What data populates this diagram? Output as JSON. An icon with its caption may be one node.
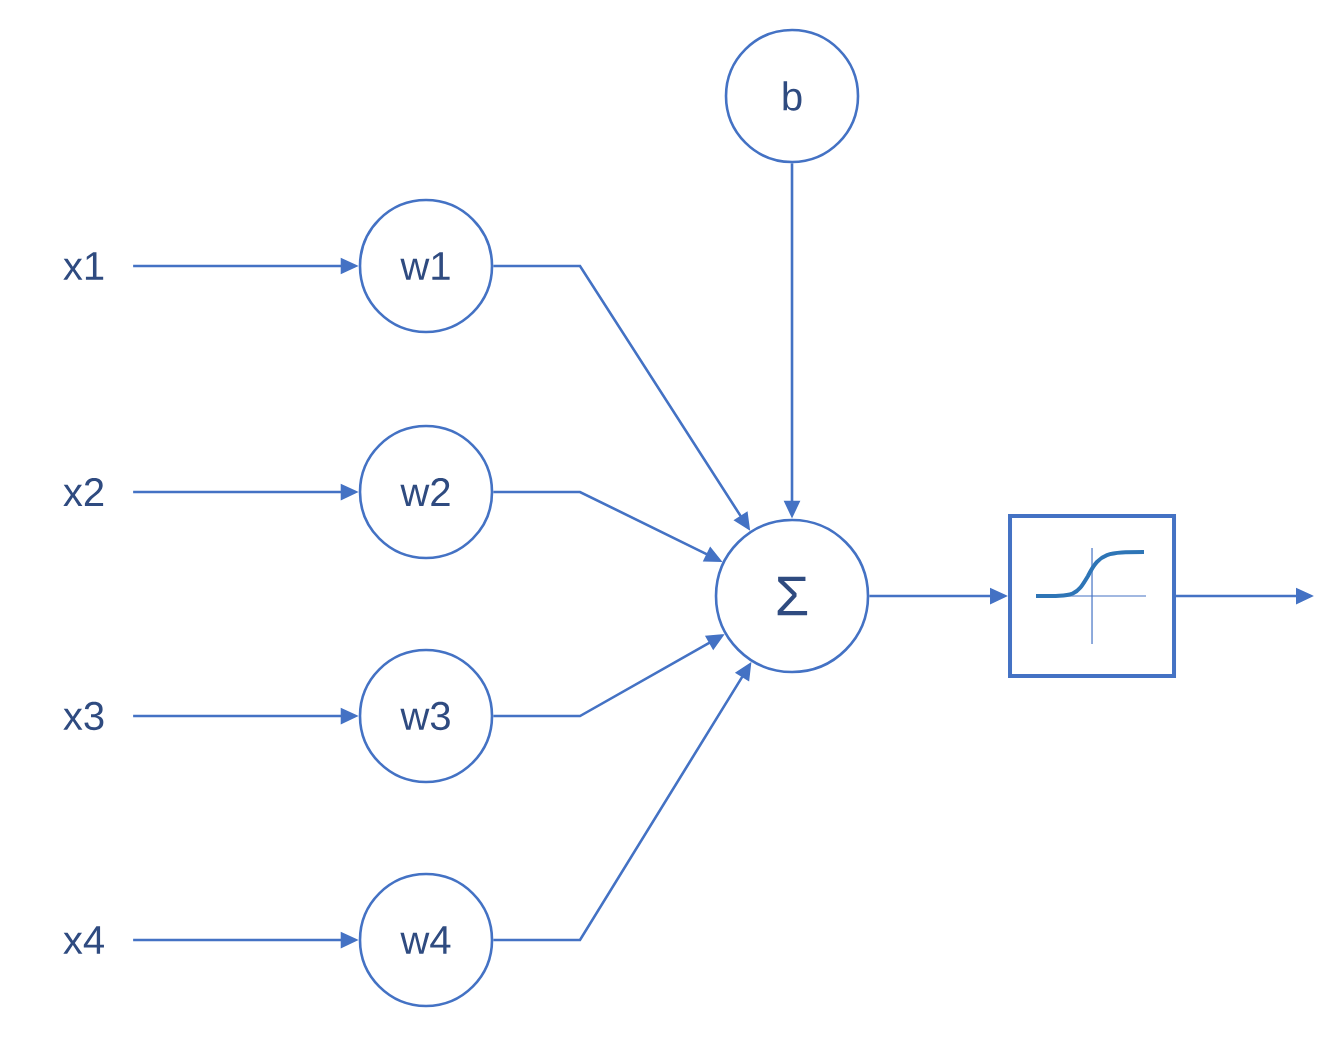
{
  "diagram": {
    "nodes": [
      {
        "text": [
          "b"
        ]
      },
      {
        "text": [
          "x1"
        ]
      },
      {
        "text": [
          "w1"
        ]
      },
      {
        "text": [
          "x2"
        ]
      },
      {
        "text": [
          "w2"
        ]
      },
      {
        "text": [
          "x3"
        ]
      },
      {
        "text": [
          "w3"
        ]
      },
      {
        "text": [
          "x4"
        ]
      },
      {
        "text": [
          "w4"
        ]
      },
      {
        "text": [
          "Σ"
        ]
      },
      {
        "text": [],
        "shape": "box"
      }
    ],
    "edges": [
      {
        "from": 1,
        "to": 2,
        "arrow": "to"
      },
      {
        "from": 3,
        "to": 4,
        "arrow": "to"
      },
      {
        "from": 5,
        "to": 6,
        "arrow": "to"
      },
      {
        "from": 7,
        "to": 8,
        "arrow": "to"
      },
      {
        "from": 2,
        "to": 9,
        "arrow": "to"
      },
      {
        "from": 4,
        "to": 9,
        "arrow": "to"
      },
      {
        "from": 6,
        "to": 9,
        "arrow": "to"
      },
      {
        "from": 8,
        "to": 9,
        "arrow": "to"
      },
      {
        "from": 0,
        "to": 9,
        "arrow": "to"
      },
      {
        "from": 9,
        "to": 10,
        "arrow": "to"
      },
      {
        "from": 10,
        "to": null,
        "arrow": "to"
      }
    ]
  }
}
